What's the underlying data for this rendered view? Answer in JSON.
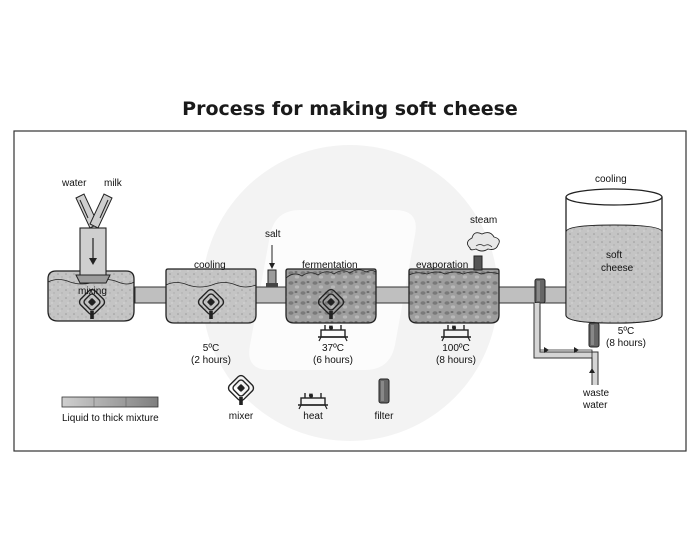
{
  "title": "Process for making soft cheese",
  "stages": {
    "mixing": "mixing",
    "cooling": "cooling",
    "fermentation": "fermentation",
    "evaporation": "evaporation",
    "final_cooling": "cooling"
  },
  "inputs": {
    "water": "water",
    "milk": "milk",
    "salt": "salt"
  },
  "outputs": {
    "steam": "steam",
    "product_line1": "soft",
    "product_line2": "cheese",
    "waste_line1": "waste",
    "waste_line2": "water"
  },
  "conditions": {
    "cooling_temp": "5ºC",
    "cooling_time": "(2 hours)",
    "fermentation_temp": "37ºC",
    "fermentation_time": "(6 hours)",
    "evaporation_temp": "100ºC",
    "evaporation_time": "(8 hours)",
    "final_temp": "5ºC",
    "final_time": "(8 hours)"
  },
  "legend": {
    "mixture": "Liquid to thick mixture",
    "mixer": "mixer",
    "heat": "heat",
    "filter": "filter"
  },
  "colors": {
    "pipe": "#bdbdbd",
    "liquid": "#c9c9c9",
    "curd": "#8f8f8f",
    "outline": "#222222",
    "watermark": "#f2f2f2"
  }
}
